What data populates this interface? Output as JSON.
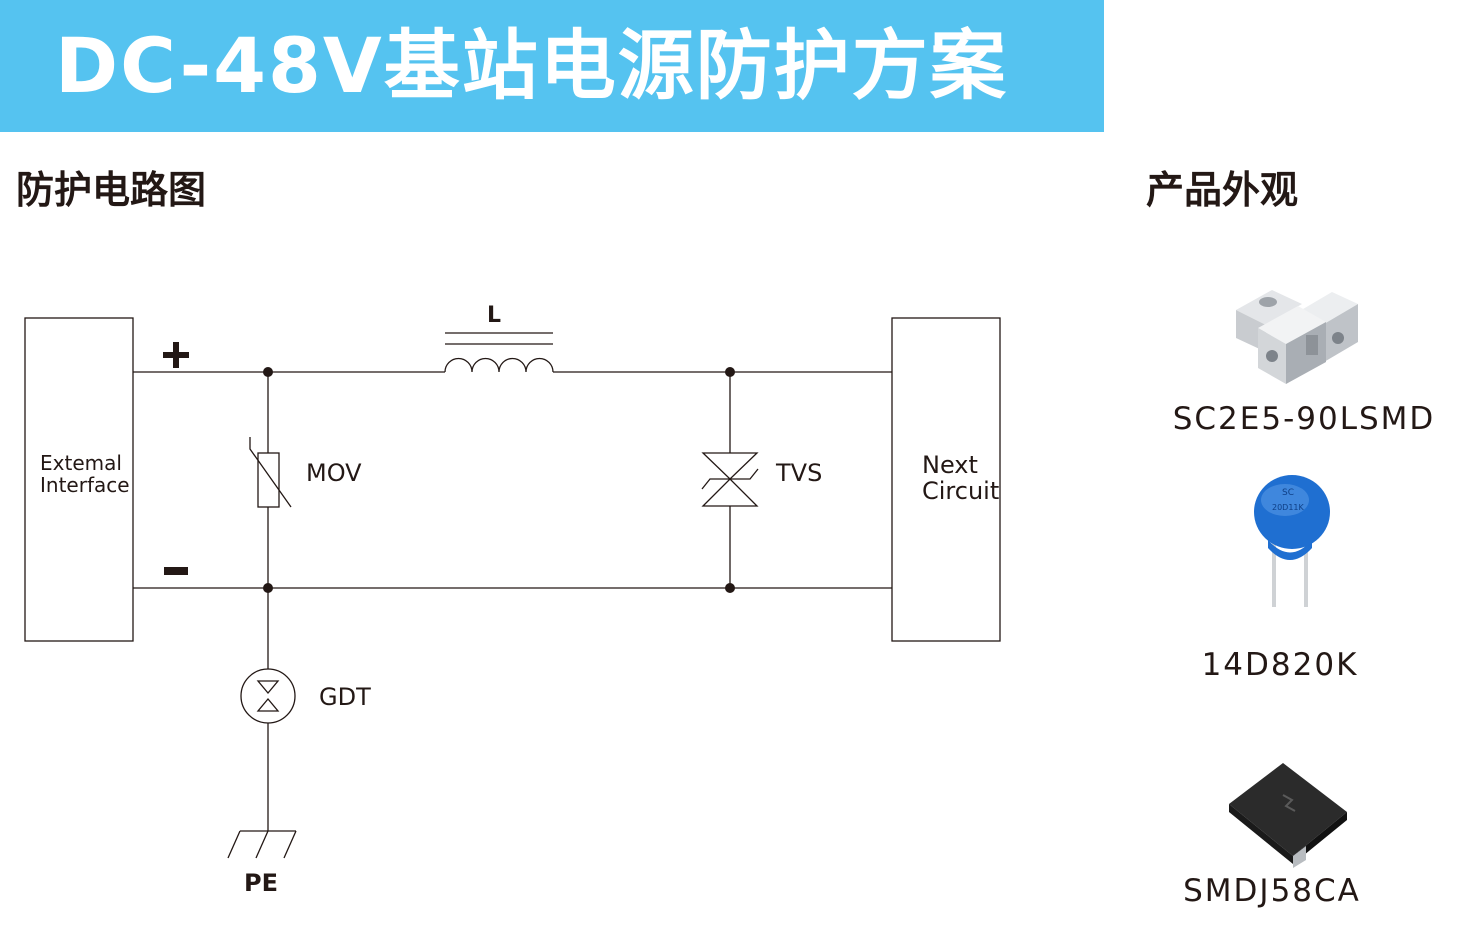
{
  "header": {
    "title": "DC-48V基站电源防护方案"
  },
  "sections": {
    "circuit_title": "防护电路图",
    "products_title": "产品外观"
  },
  "diagram": {
    "left_box": [
      "Extemal",
      "Interface"
    ],
    "right_box": [
      "Next",
      "Circuit"
    ],
    "plus_label": "+",
    "minus_label": "-",
    "inductor_label": "L",
    "mov_label": "MOV",
    "tvs_label": "TVS",
    "gdt_label": "GDT",
    "pe_label": "PE"
  },
  "products": [
    {
      "name": "SC2E5-90LSMD",
      "icon": "gdt-smd-component-icon"
    },
    {
      "name": "14D820K",
      "icon": "varistor-disc-icon"
    },
    {
      "name": "SMDJ58CA",
      "icon": "tvs-smd-package-icon"
    }
  ],
  "colors": {
    "banner": "#55c3f0",
    "text": "#231815",
    "varistor_blue": "#1f6fd1"
  }
}
